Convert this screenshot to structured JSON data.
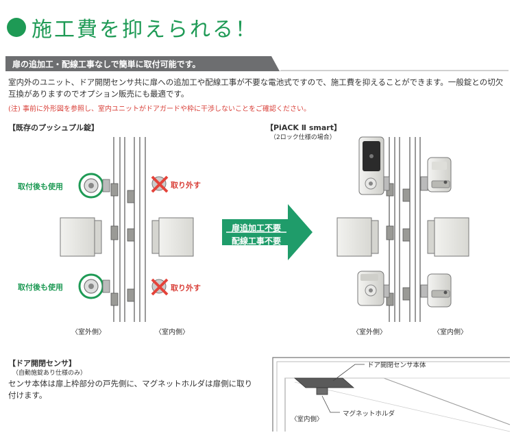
{
  "page": {
    "title": "施工費を抑えられる！",
    "banner": "扉の追加工・配線工事なしで簡単に取付可能です。",
    "description": "室内外のユニット、ドア開閉センサ共に扉への追加工や配線工事が不要な電池式ですので、施工費を抑えることができます。一般錠との切欠互換がありますのでオプション販売にも最適です。",
    "note": "(注) 事前に外形図を参照し、室内ユニットがドアガードや枠に干渉しないことをご確認ください。"
  },
  "existing": {
    "heading": "【既存のプッシュプル錠】",
    "use_after_top": "取付後も使用",
    "use_after_bottom": "取付後も使用",
    "remove_top": "取り外す",
    "remove_bottom": "取り外す",
    "outdoor_label": "〈室外側〉",
    "indoor_label": "〈室内側〉"
  },
  "arrow": {
    "line1": "扉追加工不要",
    "line2": "配線工事不要"
  },
  "piack": {
    "heading": "【PiACK Ⅱ smart】",
    "subheading": "（2ロック仕様の場合）",
    "outdoor_label": "〈室外側〉",
    "indoor_label": "〈室内側〉"
  },
  "sensor": {
    "heading": "【ドア開閉センサ】",
    "subheading": "（自動施錠あり仕様のみ）",
    "description": "センサ本体は扉上枠部分の戸先側に、マグネットホルダは扉側に取り付けます。",
    "body_label": "ドア開閉センサ本体",
    "magnet_label": "マグネットホルダ",
    "indoor_label": "〈室内側〉"
  },
  "colors": {
    "brand_green": "#1e9a55",
    "banner_gray": "#6d6e70",
    "warning_red": "#d9413a",
    "arrow_green": "#1f9c6a"
  }
}
